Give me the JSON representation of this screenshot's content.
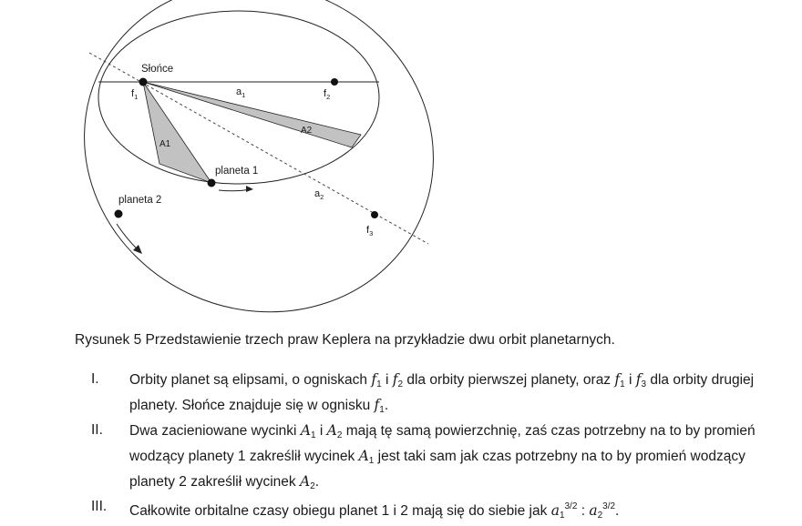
{
  "figure": {
    "label_sun": "Słońce",
    "label_f1": "f",
    "label_f1_sub": "1",
    "label_f2": "f",
    "label_f2_sub": "2",
    "label_f3": "f",
    "label_f3_sub": "3",
    "label_a1": "a",
    "label_a1_sub": "1",
    "label_a2": "a",
    "label_a2_sub": "2",
    "label_A1": "A1",
    "label_A2": "A2",
    "label_planet1": "planeta 1",
    "label_planet2": "planeta 2"
  },
  "caption": "Rysunek 5  Przedstawienie trzech praw Keplera na przykładzie dwu orbit planetarnych.",
  "laws": [
    {
      "num": "I.",
      "t1": "Orbity planet są elipsami, o ogniskach ",
      "t2": " i ",
      "t3": "  dla orbity pierwszej planety, oraz ",
      "t4": " i ",
      "t5": " dla orbity drugiej planety. Słońce znajduje się w ognisku ",
      "t6": "."
    },
    {
      "num": "II.",
      "t1": "Dwa zacieniowane wycinki ",
      "t2": " i ",
      "t3": " mają tę samą powierzchnię, zaś czas potrzebny na to by promień wodzący planety 1 zakreślił wycinek ",
      "t4": " jest taki sam jak czas potrzebny na to by promień wodzący planety 2 zakreślił wycinek ",
      "t5": "."
    },
    {
      "num": "III.",
      "t1": "Całkowite orbitalne czasy obiegu planet 1 i 2 mają się do siebie jak ",
      "t2": " : ",
      "t3": "."
    }
  ],
  "math": {
    "f": "f",
    "A": "A",
    "a": "a",
    "s1": "1",
    "s2": "2",
    "s3": "3",
    "p": "3/2"
  }
}
